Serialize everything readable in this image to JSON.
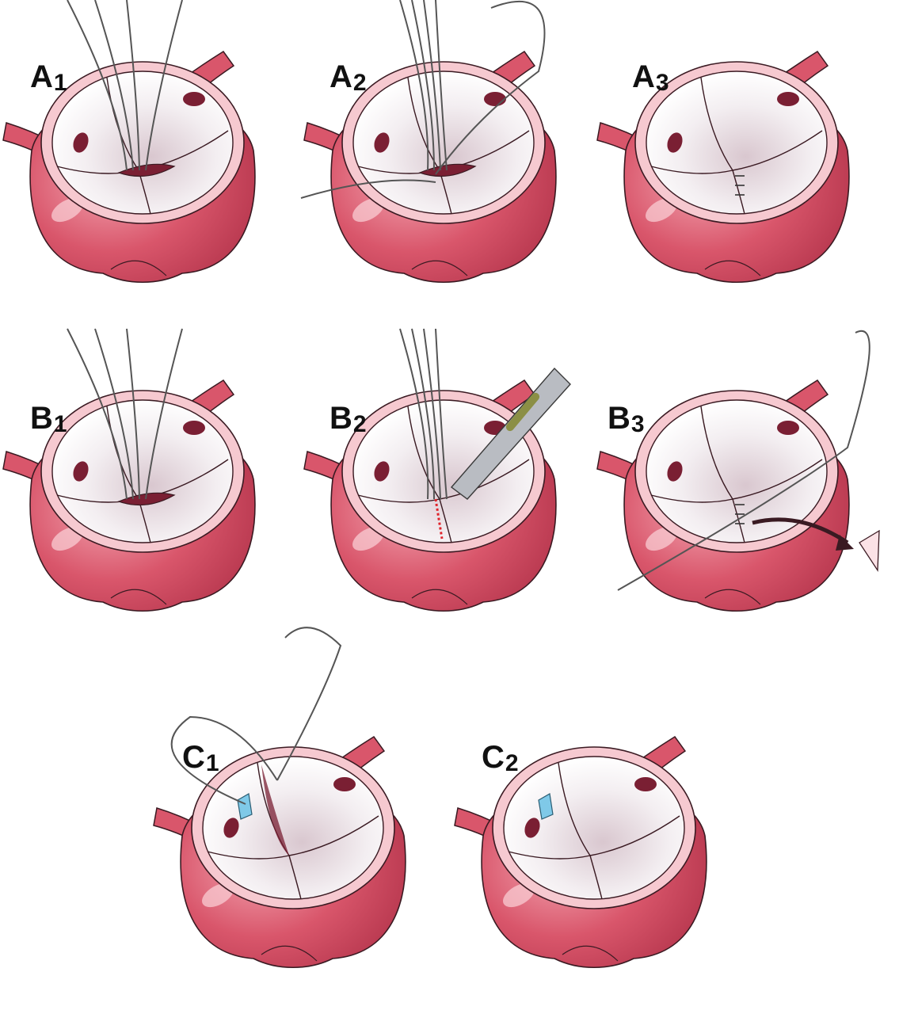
{
  "panels": [
    {
      "id": "A1",
      "letter": "A",
      "num": "1",
      "variant": "sutures"
    },
    {
      "id": "A2",
      "letter": "A",
      "num": "2",
      "variant": "sutures-needle"
    },
    {
      "id": "A3",
      "letter": "A",
      "num": "3",
      "variant": "repaired"
    },
    {
      "id": "B1",
      "letter": "B",
      "num": "1",
      "variant": "sutures"
    },
    {
      "id": "B2",
      "letter": "B",
      "num": "2",
      "variant": "scalpel"
    },
    {
      "id": "B3",
      "letter": "B",
      "num": "3",
      "variant": "excised-wedge"
    },
    {
      "id": "C1",
      "letter": "C",
      "num": "1",
      "variant": "pledget-suture"
    },
    {
      "id": "C2",
      "letter": "C",
      "num": "2",
      "variant": "pledget-repaired"
    }
  ],
  "colors": {
    "aorta_outer": "#d9566b",
    "aorta_dark": "#b8384f",
    "aorta_light": "#f2a3af",
    "rim": "#f6c9d0",
    "inner": "#f3eef1",
    "leaflet": "#faf7f9",
    "orifice": "#7a1f33",
    "suture": "#555555",
    "pledget": "#7fc9e8",
    "cut_line": "#e0242c",
    "blade": "#b9bcc2",
    "handle": "#8b8f45"
  }
}
